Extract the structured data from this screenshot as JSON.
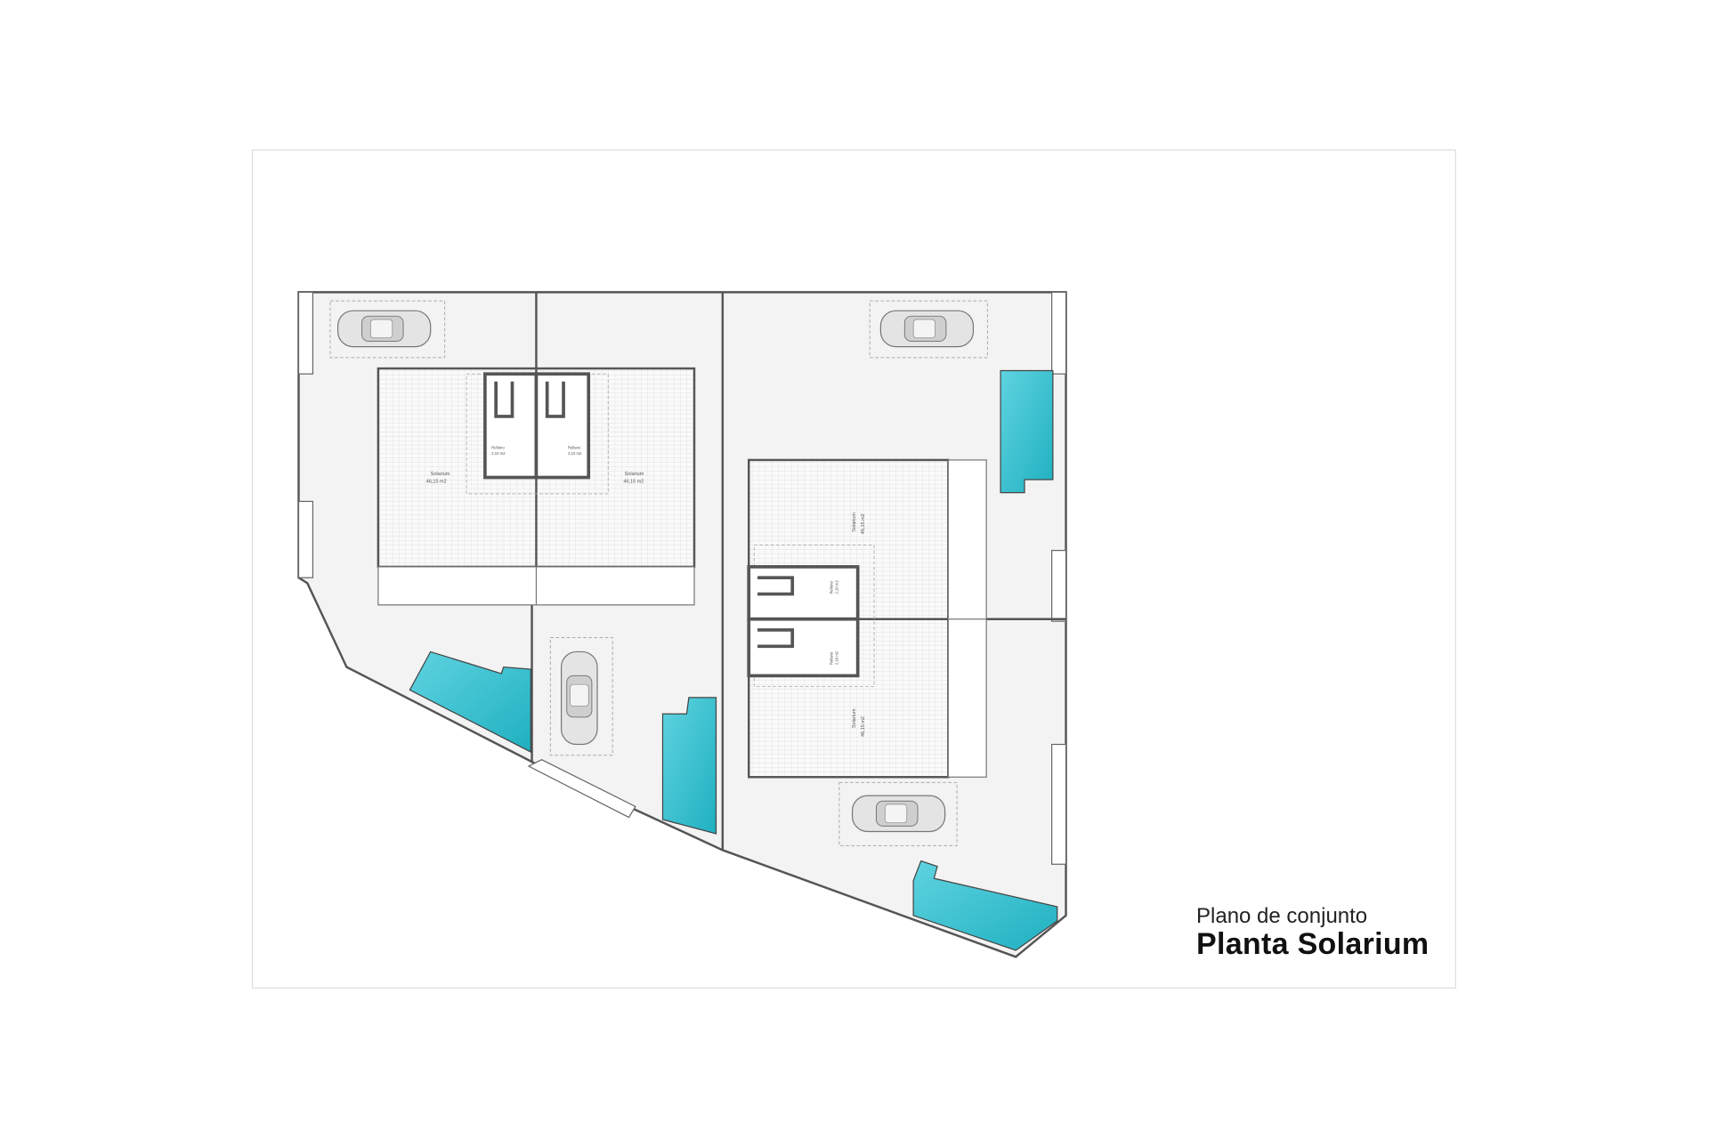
{
  "title_block": {
    "subtitle": "Plano de conjunto",
    "title": "Planta Solarium"
  },
  "rooms": {
    "solarium_label": "Solarium",
    "solarium_area": "46,15 m2",
    "landing_label": "Rellano",
    "landing_area": "2,10 m2"
  },
  "colors": {
    "pool": "#3cc3d2",
    "walls": "#555555",
    "frame": "#dddddd"
  }
}
